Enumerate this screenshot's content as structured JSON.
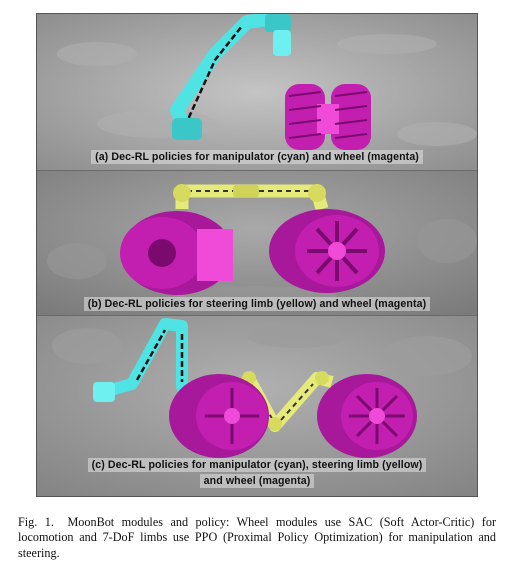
{
  "panels": [
    {
      "caption": "(a) Dec-RL policies for manipulator (cyan) and wheel (magenta)"
    },
    {
      "caption": "(b) Dec-RL policies for steering limb (yellow) and wheel (magenta)"
    },
    {
      "caption_line1": "(c) Dec-RL policies for manipulator (cyan), steering limb (yellow)",
      "caption_line2": "and wheel (magenta)"
    }
  ],
  "figure_caption": {
    "label": "Fig. 1.",
    "text": "MoonBot modules and policy: Wheel modules use SAC (Soft Actor-Critic) for locomotion and 7-DoF limbs use PPO (Proximal Policy Optimization) for manipulation and steering."
  },
  "colors": {
    "manipulator": "#4fe3e3",
    "wheel": "#c21fb0",
    "steering_limb": "#e6ea7a",
    "terrain": "#a7a7a7"
  }
}
